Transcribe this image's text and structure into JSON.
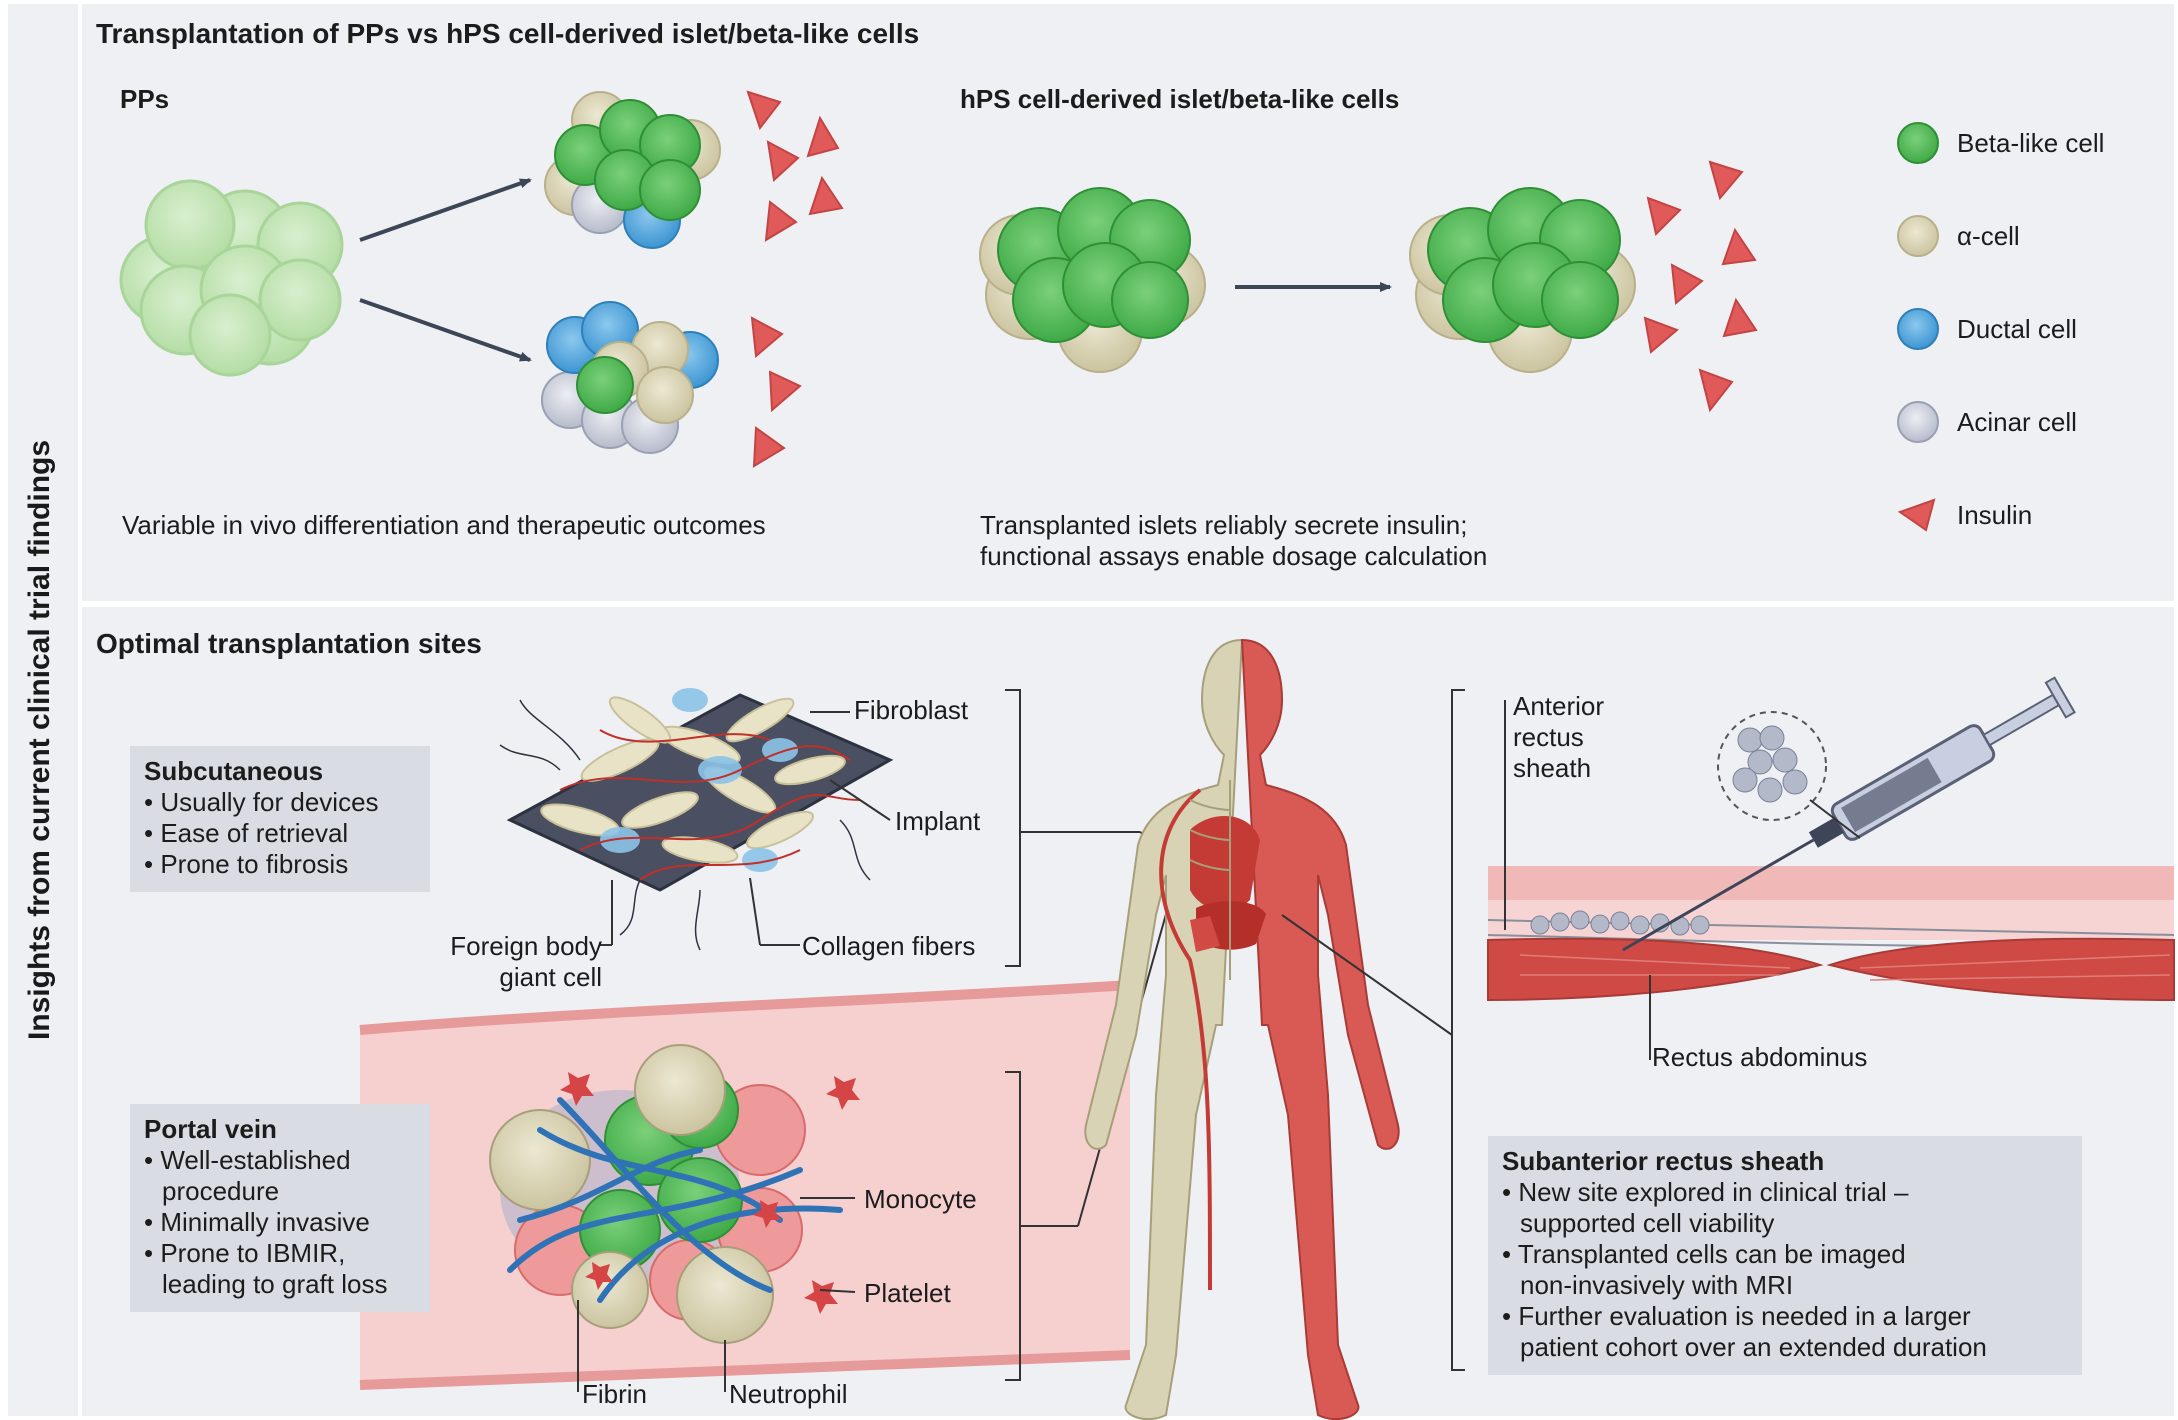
{
  "side_title": "Insights from current clinical trial findings",
  "top": {
    "title": "Transplantation of PPs vs hPS cell-derived islet/beta-like cells",
    "pps_label": "PPs",
    "hps_label": "hPS cell-derived islet/beta-like cells",
    "pps_caption": "Variable in vivo differentiation and therapeutic outcomes",
    "hps_caption": [
      "Transplanted islets reliably secrete insulin;",
      "functional assays enable dosage calculation"
    ]
  },
  "legend": [
    {
      "label": "Beta-like cell",
      "icon": "green-cell-icon",
      "color": "#5cc15b"
    },
    {
      "label": "α-cell",
      "icon": "tan-cell-icon",
      "color": "#d8d2b2"
    },
    {
      "label": "Ductal cell",
      "icon": "blue-cell-icon",
      "color": "#4aa3dc"
    },
    {
      "label": "Acinar cell",
      "icon": "grey-cell-icon",
      "color": "#c5c9d6"
    },
    {
      "label": "Insulin",
      "icon": "insulin-icon",
      "color": "#e05a5a"
    }
  ],
  "bottom": {
    "title": "Optimal transplantation sites",
    "subcutaneous": {
      "title": "Subcutaneous",
      "bullets": [
        "Usually for devices",
        "Ease of retrieval",
        "Prone to fibrosis"
      ]
    },
    "portal": {
      "title": "Portal vein",
      "bullets": [
        "Well-established procedure",
        "Minimally invasive",
        "Prone to IBMIR, leading to graft loss"
      ],
      "bullet_lines": [
        [
          "Well-established",
          "procedure"
        ],
        [
          "Minimally invasive"
        ],
        [
          "Prone to IBMIR,",
          "leading to graft loss"
        ]
      ]
    },
    "rectus": {
      "title": "Subanterior rectus sheath",
      "bullets": [
        "New site explored in clinical trial – supported cell viability",
        "Transplanted cells can be imaged non-invasively with MRI",
        "Further evaluation is needed in a larger patient cohort over an extended duration"
      ],
      "bullet_lines": [
        [
          "New site explored in clinical trial –",
          "supported cell viability"
        ],
        [
          "Transplanted cells can be imaged",
          "non-invasively with MRI"
        ],
        [
          "Further evaluation is needed in a larger",
          "patient cohort over an extended duration"
        ]
      ]
    },
    "labels": {
      "fibroblast": "Fibroblast",
      "implant": "Implant",
      "foreign_body": [
        "Foreign body",
        "giant cell"
      ],
      "collagen": "Collagen fibers",
      "monocyte": "Monocyte",
      "platelet": "Platelet",
      "fibrin": "Fibrin",
      "neutrophil": "Neutrophil",
      "anterior_sheath": [
        "Anterior",
        "rectus",
        "sheath"
      ],
      "rectus_abdominus": "Rectus abdominus"
    }
  }
}
